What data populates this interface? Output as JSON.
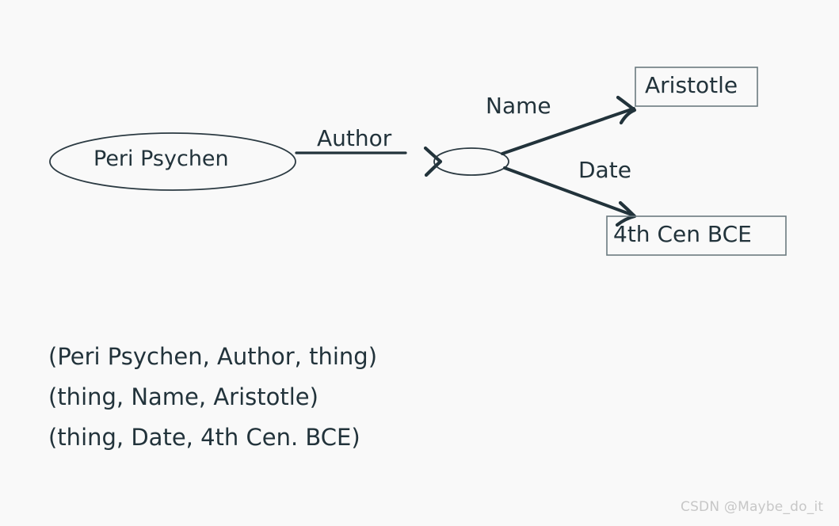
{
  "page": {
    "background_color": "#f9f9f9",
    "ink_color": "#22333b",
    "stroke_color": "#2b3a42"
  },
  "diagram": {
    "type": "rdf-triple-graph",
    "nodes": [
      {
        "id": "subject",
        "shape": "ellipse",
        "label": "Peri Psychen"
      },
      {
        "id": "blank-node",
        "shape": "ellipse",
        "label": ""
      },
      {
        "id": "object-name",
        "shape": "rectangle",
        "label": "Aristotle"
      },
      {
        "id": "object-date",
        "shape": "rectangle",
        "label": "4th Cen BCE"
      }
    ],
    "edges": [
      {
        "id": "edge-author",
        "label": "Author",
        "from": "subject",
        "to": "blank-node"
      },
      {
        "id": "edge-name",
        "label": "Name",
        "from": "blank-node",
        "to": "object-name"
      },
      {
        "id": "edge-date",
        "label": "Date",
        "from": "blank-node",
        "to": "object-date"
      }
    ]
  },
  "triples": {
    "lines": [
      "(Peri Psychen, Author, thing)",
      "(thing, Name, Aristotle)",
      "(thing, Date, 4th Cen. BCE)"
    ]
  },
  "watermark": {
    "text": "CSDN @Maybe_do_it"
  }
}
